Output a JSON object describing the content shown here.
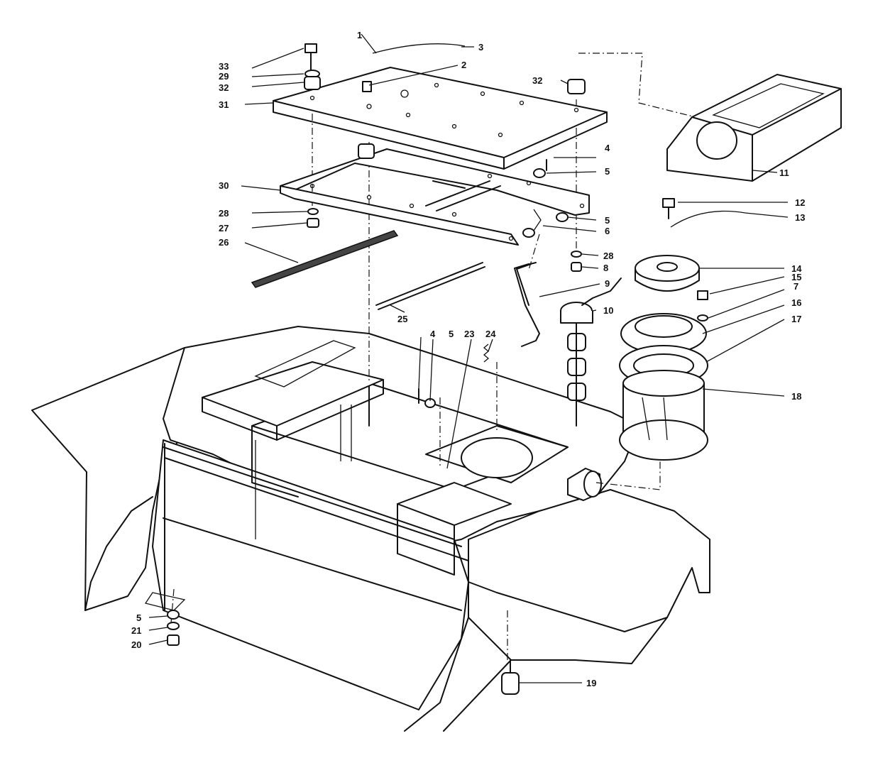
{
  "diagram": {
    "type": "exploded-parts-view",
    "callouts": [
      {
        "id": "c1",
        "text": "1"
      },
      {
        "id": "c2",
        "text": "2"
      },
      {
        "id": "c3",
        "text": "3"
      },
      {
        "id": "c4a",
        "text": "4"
      },
      {
        "id": "c4b",
        "text": "4"
      },
      {
        "id": "c5a",
        "text": "5"
      },
      {
        "id": "c5b",
        "text": "5"
      },
      {
        "id": "c5c",
        "text": "5"
      },
      {
        "id": "c5d",
        "text": "5"
      },
      {
        "id": "c6",
        "text": "6"
      },
      {
        "id": "c7",
        "text": "7"
      },
      {
        "id": "c8",
        "text": "8"
      },
      {
        "id": "c9",
        "text": "9"
      },
      {
        "id": "c10",
        "text": "10"
      },
      {
        "id": "c11",
        "text": "11"
      },
      {
        "id": "c12",
        "text": "12"
      },
      {
        "id": "c13",
        "text": "13"
      },
      {
        "id": "c14",
        "text": "14"
      },
      {
        "id": "c15",
        "text": "15"
      },
      {
        "id": "c16",
        "text": "16"
      },
      {
        "id": "c17",
        "text": "17"
      },
      {
        "id": "c18",
        "text": "18"
      },
      {
        "id": "c19",
        "text": "19"
      },
      {
        "id": "c20",
        "text": "20"
      },
      {
        "id": "c21",
        "text": "21"
      },
      {
        "id": "c23",
        "text": "23"
      },
      {
        "id": "c24",
        "text": "24"
      },
      {
        "id": "c25",
        "text": "25"
      },
      {
        "id": "c26",
        "text": "26"
      },
      {
        "id": "c27",
        "text": "27"
      },
      {
        "id": "c28a",
        "text": "28"
      },
      {
        "id": "c28b",
        "text": "28"
      },
      {
        "id": "c29",
        "text": "29"
      },
      {
        "id": "c30",
        "text": "30"
      },
      {
        "id": "c31",
        "text": "31"
      },
      {
        "id": "c32a",
        "text": "32"
      },
      {
        "id": "c32b",
        "text": "32"
      },
      {
        "id": "c33",
        "text": "33"
      }
    ]
  }
}
